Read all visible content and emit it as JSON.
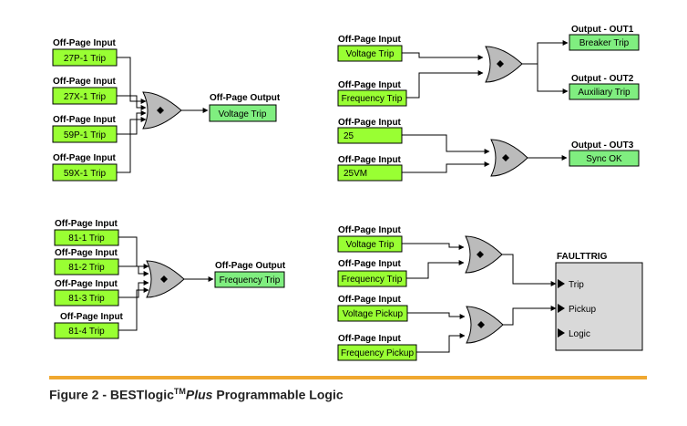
{
  "blocks": [
    {
      "inputs": [
        {
          "header": "Off-Page Input",
          "value": "27P-1 Trip"
        },
        {
          "header": "Off-Page Input",
          "value": "27X-1 Trip"
        },
        {
          "header": "Off-Page Input",
          "value": "59P-1 Trip"
        },
        {
          "header": "Off-Page Input",
          "value": "59X-1 Trip"
        }
      ],
      "gate": "OR",
      "output": {
        "header": "Off-Page Output",
        "value": "Voltage Trip"
      }
    },
    {
      "inputs": [
        {
          "header": "Off-Page Input",
          "value": "81-1 Trip"
        },
        {
          "header": "Off-Page Input",
          "value": "81-2 Trip"
        },
        {
          "header": "Off-Page Input",
          "value": "81-3 Trip"
        },
        {
          "header": "Off-Page Input",
          "value": "81-4 Trip"
        }
      ],
      "gate": "OR",
      "output": {
        "header": "Off-Page Output",
        "value": "Frequency Trip"
      }
    },
    {
      "inputs": [
        {
          "header": "Off-Page Input",
          "value": "Voltage Trip"
        },
        {
          "header": "Off-Page Input",
          "value": "Frequency Trip"
        }
      ],
      "gate": "OR",
      "outputs": [
        {
          "header": "Output - OUT1",
          "value": "Breaker Trip"
        },
        {
          "header": "Output - OUT2",
          "value": "Auxiliary Trip"
        }
      ]
    },
    {
      "inputs": [
        {
          "header": "Off-Page Input",
          "value": "25"
        },
        {
          "header": "Off-Page Input",
          "value": "25VM"
        }
      ],
      "gate": "OR",
      "output": {
        "header": "Output - OUT3",
        "value": "Sync OK"
      }
    },
    {
      "inputs": [
        {
          "header": "Off-Page Input",
          "value": "Voltage Trip"
        },
        {
          "header": "Off-Page Input",
          "value": "Frequency Trip"
        },
        {
          "header": "Off-Page Input",
          "value": "Voltage Pickup"
        },
        {
          "header": "Off-Page Input",
          "value": "Frequency Pickup"
        }
      ],
      "gates": [
        "OR",
        "OR"
      ],
      "element": {
        "title": "FAULTTRIG",
        "ports": [
          "Trip",
          "Pickup",
          "Logic"
        ]
      }
    }
  ],
  "colors": {
    "input_fill": "#99ff33",
    "output_fill": "#80ee80",
    "gate_fill": "#bbbbbb",
    "element_fill": "#d9d9d9",
    "caption_bar": "#f0a830"
  },
  "caption": {
    "prefix": "Figure 2 - BESTlogic",
    "tm": "TM",
    "plus": "Plus",
    "suffix": " Programmable Logic"
  }
}
